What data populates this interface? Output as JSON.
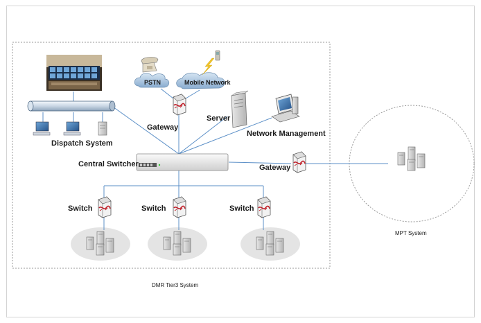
{
  "labels": {
    "pstn": "PSTN",
    "mobile_network": "Mobile Network",
    "gateway_top": "Gateway",
    "server": "Server",
    "network_management": "Network Management",
    "dispatch_system": "Dispatch System",
    "central_switcher": "Central Switcher",
    "gateway_right": "Gateway",
    "switch_1": "Switch",
    "switch_2": "Switch",
    "switch_3": "Switch",
    "mpt_system": "MPT System",
    "dmr_system": "DMR Tier3 System"
  },
  "colors": {
    "link_line": "#5b8fc7",
    "dashed_border": "#9a9a9a",
    "cloud_fill": "#9bbcdc",
    "ellipse_fill": "#e4e4e4",
    "router_red": "#c0202a"
  }
}
